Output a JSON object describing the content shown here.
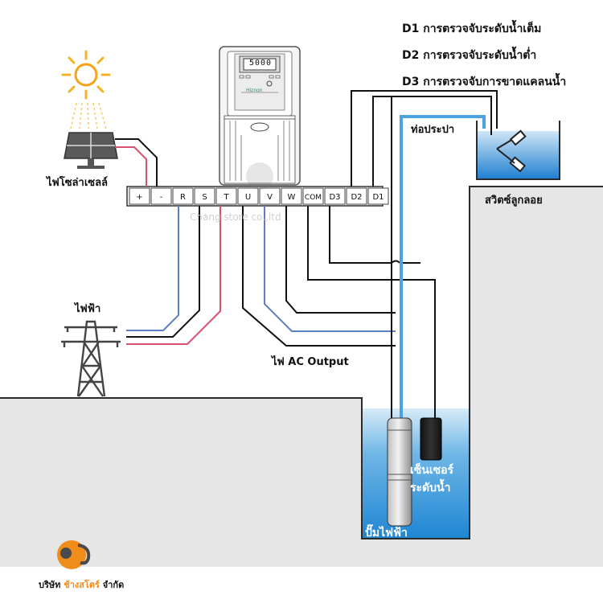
{
  "legend": {
    "d1": "D1 การตรวจจับระดับน้ำเต็ม",
    "d2": "D2 การตรวจจับระดับน้ำต่ำ",
    "d3": "D3 การตรวจจับการขาดแคลนน้ำ"
  },
  "labels": {
    "solar_cell": "ไฟโซล่าเซลล์",
    "grid_power": "ไฟฟ้า",
    "ac_output": "ไฟ AC Output",
    "tap_pipe": "ท่อประปา",
    "float_switch": "สวิตซ์ลูกลอย",
    "water_sensor_line1": "เซ็นเซอร์",
    "water_sensor_line2": "ระดับน้ำ",
    "electric_pump": "ปั๊มไฟฟ้า"
  },
  "inverter": {
    "display": "5000",
    "brand": "Hiznon"
  },
  "terminals": [
    "+",
    "-",
    "R",
    "S",
    "T",
    "U",
    "V",
    "W",
    "COM",
    "D3",
    "D2",
    "D1"
  ],
  "watermark": "Chang store co.,ltd",
  "company": {
    "prefix": "บริษัท",
    "name": "ช้างสโตร์",
    "suffix": "จำกัด"
  },
  "colors": {
    "blue_wire": "#5b7fc4",
    "red_wire": "#d9506f",
    "black_wire": "#111111",
    "water_pipe": "#4aa3df",
    "water": "#2a8fd6",
    "ground": "#e6e6e6",
    "brand_orange": "#f08c1a"
  }
}
